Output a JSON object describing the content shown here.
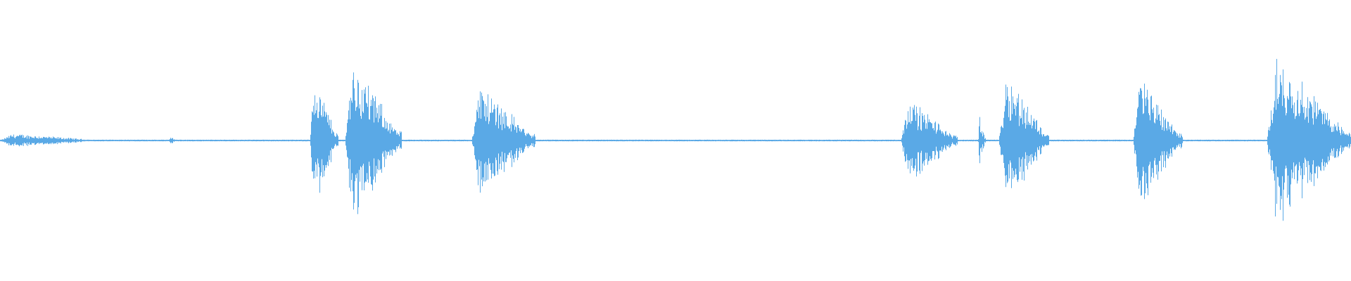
{
  "waveform": {
    "color": "#5aa9e6",
    "bursts": [
      {
        "id": "burst-1",
        "start_s": 0.0,
        "end_s": 0.14,
        "peak": 0.08
      },
      {
        "id": "burst-2",
        "start_s": 0.24,
        "end_s": 0.25,
        "peak": 0.05
      },
      {
        "id": "burst-3",
        "start_s": 0.44,
        "end_s": 0.48,
        "peak": 0.78
      },
      {
        "id": "burst-4",
        "start_s": 0.49,
        "end_s": 0.57,
        "peak": 0.94
      },
      {
        "id": "burst-5",
        "start_s": 0.67,
        "end_s": 0.76,
        "peak": 0.66
      },
      {
        "id": "burst-6",
        "start_s": 1.28,
        "end_s": 1.36,
        "peak": 0.5
      },
      {
        "id": "burst-7",
        "start_s": 1.39,
        "end_s": 1.4,
        "peak": 0.28
      },
      {
        "id": "burst-8",
        "start_s": 1.42,
        "end_s": 1.49,
        "peak": 0.8
      },
      {
        "id": "burst-9",
        "start_s": 1.61,
        "end_s": 1.68,
        "peak": 0.78
      },
      {
        "id": "burst-10",
        "start_s": 1.8,
        "end_s": 1.92,
        "peak": 1.0
      }
    ],
    "duration_s": 1.92
  }
}
